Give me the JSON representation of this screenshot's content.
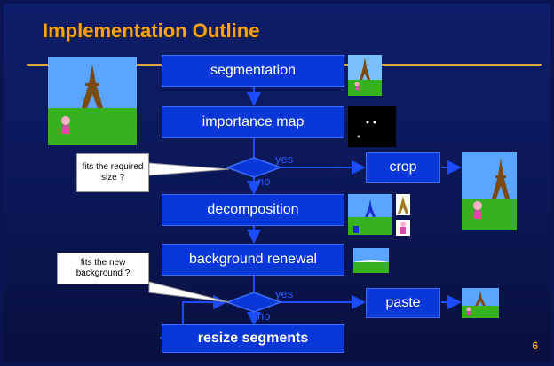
{
  "slide": {
    "title": "Implementation Outline",
    "page_number": "6"
  },
  "flow": {
    "segmentation": "segmentation",
    "importance_map": "importance map",
    "decomposition": "decomposition",
    "background_renewal": "background renewal",
    "resize_segments": "resize segments",
    "crop": "crop",
    "paste": "paste"
  },
  "decisions": {
    "fits_size": {
      "question": "fits the required size ?",
      "yes": "yes",
      "no": "no"
    },
    "fits_background": {
      "question": "fits the new background ?",
      "yes": "yes",
      "no": "no"
    }
  },
  "colors": {
    "accent": "#f7a21b",
    "box": "#0a38d8",
    "arrow": "#1d4cff",
    "sky": "#5aa6ff",
    "grass": "#37b21f",
    "tower": "#7a4a12"
  },
  "images": {
    "source_scene": "eiffel-tower-scene",
    "segmentation_result": "segmented-scene-thumbnail",
    "importance_result": "importance-map-thumbnail",
    "decomposition_result": "decomposed-segments-thumbnail",
    "background_result": "renewed-background-thumbnail",
    "crop_result": "cropped-scene-thumbnail",
    "paste_result": "pasted-scene-thumbnail"
  }
}
